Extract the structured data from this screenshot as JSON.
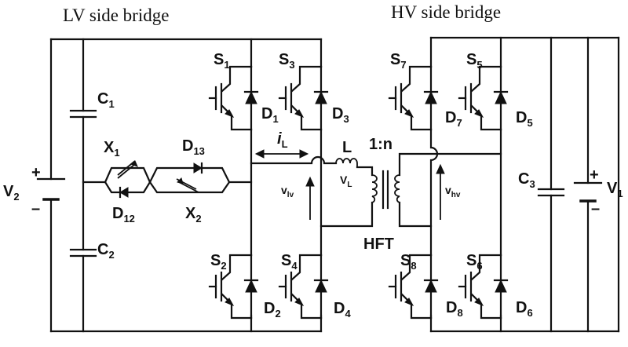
{
  "titles": {
    "lv": "LV side bridge",
    "hv": "HV side bridge"
  },
  "components": {
    "S1": {
      "base": "S",
      "sub": "1"
    },
    "S2": {
      "base": "S",
      "sub": "2"
    },
    "S3": {
      "base": "S",
      "sub": "3"
    },
    "S4": {
      "base": "S",
      "sub": "4"
    },
    "S5": {
      "base": "S",
      "sub": "5"
    },
    "S6": {
      "base": "S",
      "sub": "6"
    },
    "S7": {
      "base": "S",
      "sub": "7"
    },
    "S8": {
      "base": "S",
      "sub": "8"
    },
    "D1": {
      "base": "D",
      "sub": "1"
    },
    "D2": {
      "base": "D",
      "sub": "2"
    },
    "D3": {
      "base": "D",
      "sub": "3"
    },
    "D4": {
      "base": "D",
      "sub": "4"
    },
    "D5": {
      "base": "D",
      "sub": "5"
    },
    "D6": {
      "base": "D",
      "sub": "6"
    },
    "D7": {
      "base": "D",
      "sub": "7"
    },
    "D8": {
      "base": "D",
      "sub": "8"
    },
    "D12": {
      "base": "D",
      "sub": "12"
    },
    "D13": {
      "base": "D",
      "sub": "13"
    },
    "X1": {
      "base": "X",
      "sub": "1"
    },
    "X2": {
      "base": "X",
      "sub": "2"
    },
    "C1": {
      "base": "C",
      "sub": "1"
    },
    "C2": {
      "base": "C",
      "sub": "2"
    },
    "C3": {
      "base": "C",
      "sub": "3"
    },
    "V1": {
      "base": "V",
      "sub": "1"
    },
    "V2": {
      "base": "V",
      "sub": "2"
    },
    "L": {
      "base": "L"
    },
    "iL": {
      "base": "i",
      "sub": "L"
    },
    "VL": {
      "base": "V",
      "sub": "L"
    },
    "vlv": {
      "base": "v",
      "sub": "lv"
    },
    "vhv": {
      "base": "v",
      "sub": "hv"
    },
    "ratio": {
      "base": "1:n"
    },
    "hft": {
      "base": "HFT"
    }
  },
  "polarity": {
    "plus": "+",
    "minus": "–"
  }
}
